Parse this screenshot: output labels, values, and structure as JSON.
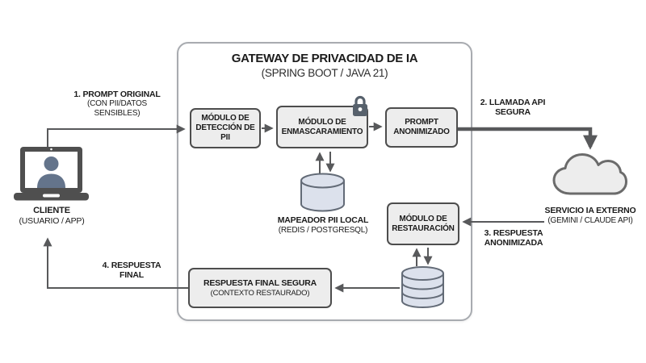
{
  "diagram": {
    "title": "GATEWAY DE PRIVACIDAD DE IA",
    "subtitle": "(SPRING BOOT / JAVA 21)"
  },
  "nodes": {
    "client": {
      "label": "CLIENTE",
      "sublabel": "(USUARIO / APP)"
    },
    "pii_detection": {
      "label": "MÓDULO DE\nDETECCIÓN DE\nPII"
    },
    "masking": {
      "label": "MÓDULO DE\nENMASCARAMIENTO"
    },
    "anonymized_prompt": {
      "label": "PROMPT\nANONIMIZADO"
    },
    "pii_mapper": {
      "label": "MAPEADOR PII LOCAL",
      "sublabel": "(REDIS / POSTGRESQL)"
    },
    "restoration": {
      "label": "MÓDULO DE\nRESTAURACIÓN"
    },
    "final_response": {
      "label": "RESPUESTA FINAL SEGURA",
      "sublabel": "(CONTEXTO RESTAURADO)"
    },
    "external_ai": {
      "label": "SERVICIO IA EXTERNO",
      "sublabel": "(GEMINI / CLAUDE API)"
    }
  },
  "flows": {
    "step1": {
      "label": "1. PROMPT ORIGINAL",
      "sublabel": "(CON PII/DATOS\nSENSIBLES)"
    },
    "step2": {
      "label": "2. LLAMADA API\nSEGURA"
    },
    "step3": {
      "label": "3. RESPUESTA\nANONIMIZADA"
    },
    "step4": {
      "label": "4. RESPUESTA\nFINAL"
    }
  },
  "icons": {
    "client": "laptop-icon",
    "client_user": "person-icon",
    "masking_security": "lock-icon",
    "pii_mapper": "database-icon",
    "restoration_store": "database-stack-icon",
    "external_ai": "cloud-icon"
  },
  "colors": {
    "box_fill": "#ededed",
    "box_border": "#4d4d4d",
    "container_border": "#a8abb0",
    "arrow": "#58595b",
    "db_fill": "#dce1ec",
    "db_border": "#636b77",
    "lock": "#57616c",
    "person": "#64748b",
    "laptop": "#4f4f4f",
    "cloud_fill": "#ededed",
    "cloud_border": "#6b6b6b"
  }
}
